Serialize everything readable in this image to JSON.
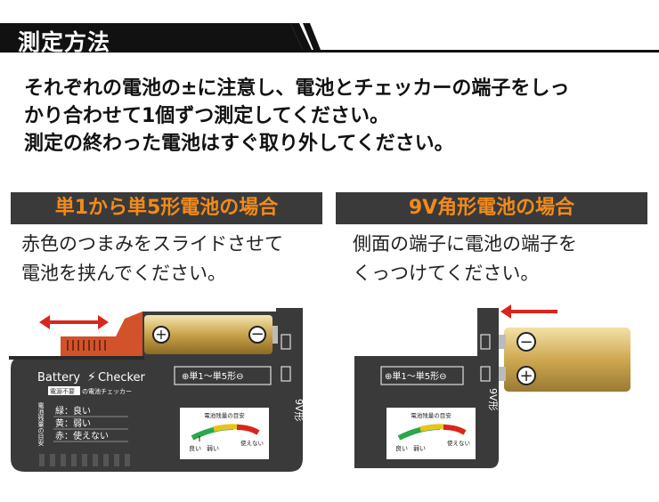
{
  "header": {
    "title": "測定方法"
  },
  "instructions": {
    "line1": "それぞれの電池の±に注意し、電池とチェッカーの端子をしっ",
    "line2": "かり合わせて1個ずつ測定してください。",
    "line3": "測定の終わった電池はすぐ取り外してください。"
  },
  "left_section": {
    "title": "単1から単5形電池の場合",
    "desc_line1": "赤色のつまみをスライドさせて",
    "desc_line2": "電池を挟んでください。"
  },
  "right_section": {
    "title": "9V角形電池の場合",
    "desc_line1": "側面の端子に電池の端子を",
    "desc_line2": "くっつけてください。"
  },
  "checker": {
    "brand_left": "Battery",
    "brand_right": "Checker",
    "subtitle_box": "電源不要",
    "subtitle": "の電池チェッカー",
    "slot_label": "⊕単1～単5形⊖",
    "nine_v_label": "9V形",
    "gauge_title": "電池残量の目安",
    "gauge_good": "良い",
    "gauge_weak": "弱い",
    "gauge_bad": "使えない",
    "legend_vertical": "電池残量の目安",
    "legend_green": "緑：良い",
    "legend_yellow": "黄：弱い",
    "legend_red": "赤：使えない"
  },
  "colors": {
    "accent_orange": "#f28a1a",
    "arrow_red": "#d9251d",
    "body_gray": "#3a3a3a",
    "slider_red": "#d2532a"
  }
}
